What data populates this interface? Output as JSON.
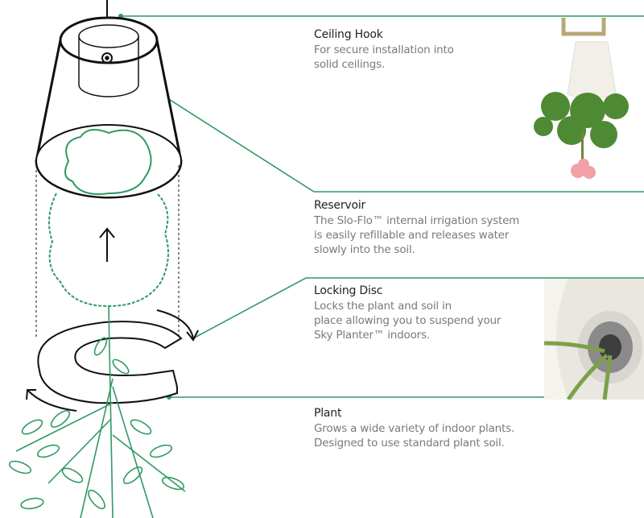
{
  "colors": {
    "accent": "#2e9a62",
    "outline": "#111111",
    "text": "#7a7a7a",
    "title": "#222222"
  },
  "callouts": [
    {
      "title": "Ceiling Hook",
      "description": "For secure installation into\nsolid ceilings."
    },
    {
      "title": "Reservoir",
      "description": "The Slo-Flo™ internal irrigation system\nis easily refillable and releases water\nslowly into the soil."
    },
    {
      "title": "Locking Disc",
      "description": "Locks the plant and soil in\nplace allowing you to suspend your\nSky Planter™ indoors."
    },
    {
      "title": "Plant",
      "description": "Grows a wide variety of indoor plants.\nDesigned to use standard plant soil."
    }
  ]
}
